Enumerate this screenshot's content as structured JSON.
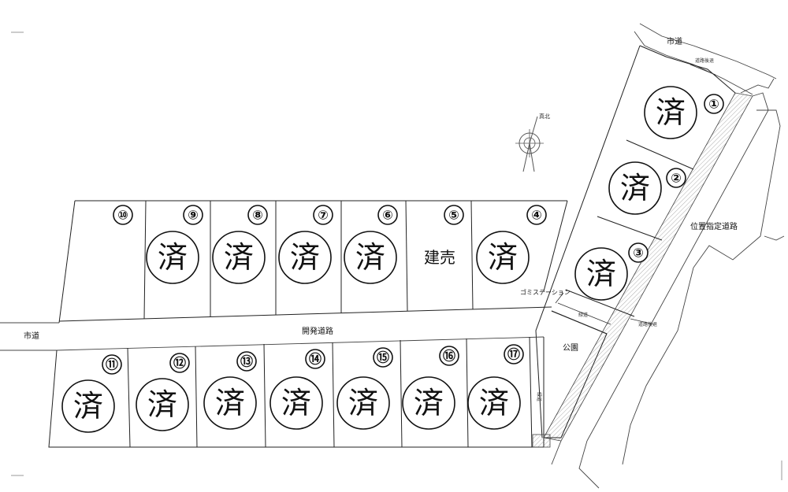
{
  "roads": {
    "city_road_top": "市道",
    "city_road_left": "市道",
    "dev_road": "開発道路",
    "designated_road": "位置指定道路",
    "road_setback_top": "道路後退",
    "road_setback_right": "道路後退"
  },
  "facilities": {
    "garbage_station": "ゴミステーション",
    "park": "公園",
    "footpath_a": "緑道",
    "footpath_b": "緑道"
  },
  "compass": {
    "label": "真北"
  },
  "sold_mark": "済",
  "lots": [
    {
      "id": "1",
      "number": "①",
      "status": "済"
    },
    {
      "id": "2",
      "number": "②",
      "status": "済"
    },
    {
      "id": "3",
      "number": "③",
      "status": "済"
    },
    {
      "id": "4",
      "number": "④",
      "status": "済"
    },
    {
      "id": "5",
      "number": "⑤",
      "status": "建売"
    },
    {
      "id": "6",
      "number": "⑥",
      "status": "済"
    },
    {
      "id": "7",
      "number": "⑦",
      "status": "済"
    },
    {
      "id": "8",
      "number": "⑧",
      "status": "済"
    },
    {
      "id": "9",
      "number": "⑨",
      "status": "済"
    },
    {
      "id": "10",
      "number": "⑩",
      "status": ""
    },
    {
      "id": "11",
      "number": "⑪",
      "status": "済"
    },
    {
      "id": "12",
      "number": "⑫",
      "status": "済"
    },
    {
      "id": "13",
      "number": "⑬",
      "status": "済"
    },
    {
      "id": "14",
      "number": "⑭",
      "status": "済"
    },
    {
      "id": "15",
      "number": "⑮",
      "status": "済"
    },
    {
      "id": "16",
      "number": "⑯",
      "status": "済"
    },
    {
      "id": "17",
      "number": "⑰",
      "status": "済"
    }
  ]
}
